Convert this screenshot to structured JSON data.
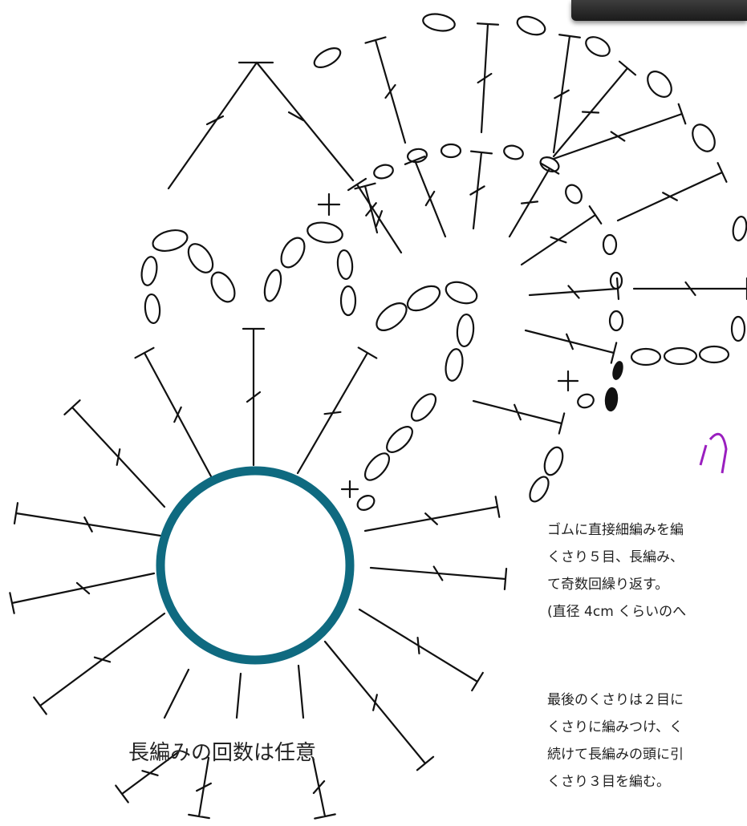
{
  "diagram": {
    "center_label": "長編みの回数は任意",
    "notes": [
      "ゴムに直接細編みを編",
      "くさり５目、長編み、",
      "て奇数回繰り返す。",
      "(直径 4cm くらいのへ",
      "最後のくさりは２目に",
      "くさりに編みつけ、く",
      "続けて長編みの頭に引",
      "くさり３目を編む。"
    ],
    "colors": {
      "ring": "#0f6a80",
      "ink": "#111111",
      "handwriting": "#9a1fbf",
      "top_bar": "#2b2b2b"
    }
  }
}
